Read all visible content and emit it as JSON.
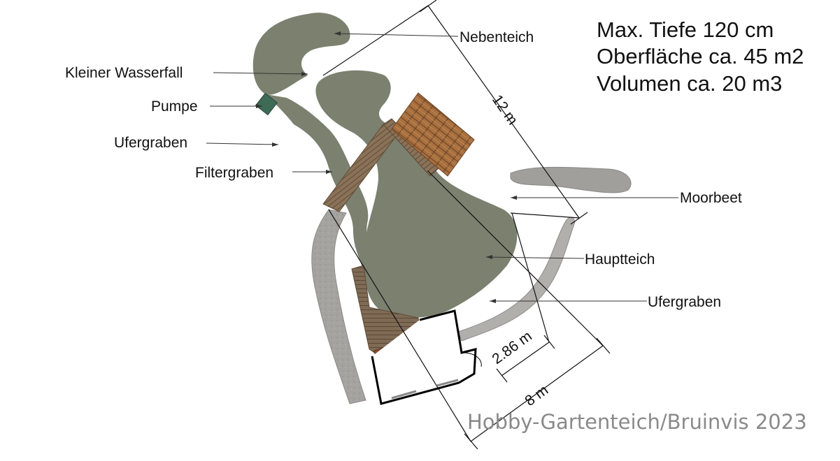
{
  "labels": {
    "nebenteich": "Nebenteich",
    "kleiner_wasserfall": "Kleiner Wasserfall",
    "pumpe": "Pumpe",
    "ufergraben_left": "Ufergraben",
    "filtergraben": "Filtergraben",
    "moorbeet": "Moorbeet",
    "hauptteich": "Hauptteich",
    "ufergraben_right": "Ufergraben"
  },
  "stats": {
    "max_depth": "Max. Tiefe 120 cm",
    "surface": "Oberfläche ca. 45 m2",
    "volume": "Volumen ca. 20 m3"
  },
  "dimensions": {
    "length": "12 m",
    "width": "8 m",
    "house_offset": "2.86 m"
  },
  "credit": "Hobby-Gartenteich/Bruinvis 2023",
  "colors": {
    "water": "#7a8070",
    "path_gray": "#a3a3a0",
    "deck_wood": "#8b6a48",
    "roof_wood": "#a2683c",
    "pump_green": "#3d6b55",
    "house_outline": "#000000"
  }
}
